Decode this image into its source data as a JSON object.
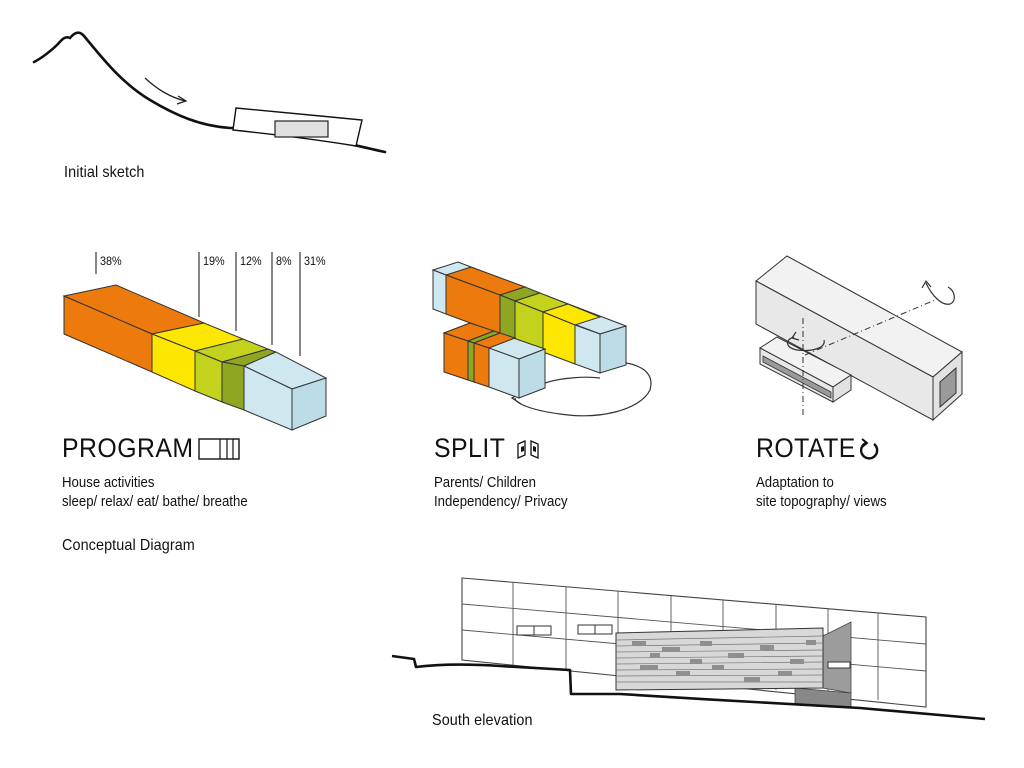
{
  "sketch": {
    "caption": "Initial sketch"
  },
  "program": {
    "title": "PROGRAM",
    "lines": [
      "House activities",
      "sleep/ relax/ eat/ bathe/ breathe"
    ],
    "percentages": [
      "38%",
      "19%",
      "12%",
      "8%",
      "31%"
    ]
  },
  "split": {
    "title": "SPLIT",
    "lines": [
      "Parents/ Children",
      "Independency/ Privacy"
    ]
  },
  "rotate": {
    "title": "ROTATE",
    "lines": [
      "Adaptation to",
      "site topography/ views"
    ]
  },
  "conceptual": {
    "caption": "Conceptual Diagram"
  },
  "elevation": {
    "caption": "South elevation"
  },
  "colors": {
    "orange": "#ec7a0c",
    "orange_side": "#d9690a",
    "yellow": "#fde600",
    "yellow_side": "#f2d800",
    "lime": "#c2d21d",
    "lime_side": "#b0c218",
    "green": "#8ea622",
    "green_side": "#7d9520",
    "blue": "#cfe8ef",
    "blue_side": "#bcdde7",
    "grey": "#e6e6e6",
    "dark_grey": "#9a9a9a"
  }
}
